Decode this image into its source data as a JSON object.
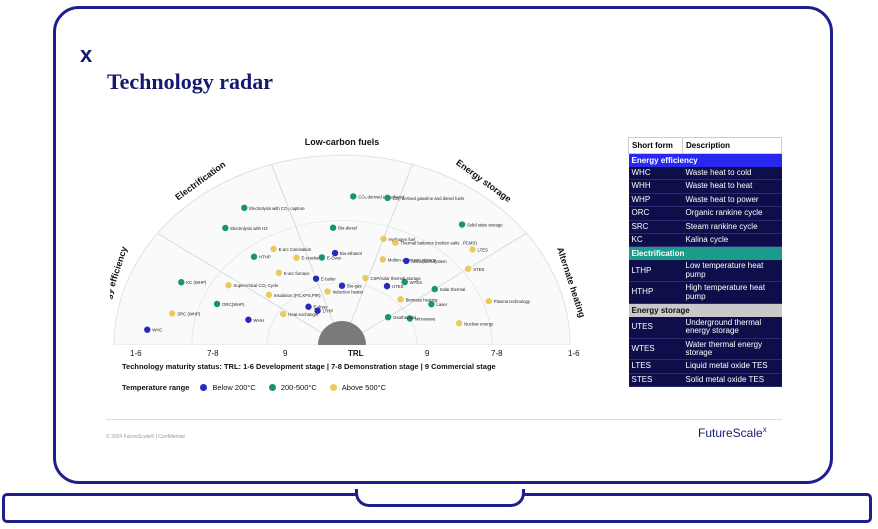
{
  "slide": {
    "logo_mark": "x",
    "title": "Technology radar",
    "footer_copyright": "© 2024 FutureScale® | Confidential",
    "footer_brand": "FutureScale",
    "footer_brand_mark": "x"
  },
  "radar": {
    "sectors": [
      "Energy efficiency",
      "Electrification",
      "Low-carbon fuels",
      "Energy storage",
      "Alternate heating"
    ],
    "scale_labels": [
      "1-6",
      "7-8",
      "9",
      "TRL",
      "9",
      "7-8",
      "1-6"
    ],
    "maturity_status": "Technology maturity status: TRL: 1-6 Development stage | 7-8 Demonstration stage | 9 Commercial stage",
    "temperature_label": "Temperature range",
    "temperature_legend": [
      {
        "label": "Below 200°C",
        "color": "#2a2ab8"
      },
      {
        "label": "200-500°C",
        "color": "#16947a"
      },
      {
        "label": "Above 500°C",
        "color": "#ecc95a"
      }
    ],
    "technologies": [
      {
        "label": "Supercritical CO₂ Cycle",
        "temp": 2
      },
      {
        "label": "KC (WHP)",
        "temp": 1
      },
      {
        "label": "SRC (WHP)",
        "temp": 2
      },
      {
        "label": "WHC",
        "temp": 0
      },
      {
        "label": "ORC(WHP)",
        "temp": 1
      },
      {
        "label": "WHH",
        "temp": 0
      },
      {
        "label": "Electrolysis with CO₂ capture",
        "temp": 1
      },
      {
        "label": "Electrolysis with H2",
        "temp": 1
      },
      {
        "label": "E-arc Calcination",
        "temp": 2
      },
      {
        "label": "E-cracker",
        "temp": 2
      },
      {
        "label": "HTHP",
        "temp": 1
      },
      {
        "label": "E-arc furnace",
        "temp": 2
      },
      {
        "label": "E-boiler",
        "temp": 0
      },
      {
        "label": "E-Oven",
        "temp": 1
      },
      {
        "label": "Induction heater",
        "temp": 2
      },
      {
        "label": "Insulation (FG,XPS,PIR)",
        "temp": 2
      },
      {
        "label": "E-dryer",
        "temp": 0
      },
      {
        "label": "LTHP",
        "temp": 0
      },
      {
        "label": "Heat exchanger",
        "temp": 2
      },
      {
        "label": "CO₂ derived e-methanol",
        "temp": 1
      },
      {
        "label": "CO₂ derived gasoline and diesel fuels",
        "temp": 1
      },
      {
        "label": "Bio-diesel",
        "temp": 1
      },
      {
        "label": "Hydrogen fuel",
        "temp": 2
      },
      {
        "label": "Bio-ethanol",
        "temp": 0
      },
      {
        "label": "Bio-gas",
        "temp": 0
      },
      {
        "label": "Solid state storage",
        "temp": 1
      },
      {
        "label": "LTES",
        "temp": 2
      },
      {
        "label": "STES",
        "temp": 2
      },
      {
        "label": "Thermal batteries (molten salts , PCMS)",
        "temp": 2
      },
      {
        "label": "Molten aluminum storage",
        "temp": 2
      },
      {
        "label": "Absorption system",
        "temp": 0
      },
      {
        "label": "WTES",
        "temp": 1
      },
      {
        "label": "UTES",
        "temp": 0
      },
      {
        "label": "CSP/solar thermal storage",
        "temp": 2
      },
      {
        "label": "Plasma technology",
        "temp": 2
      },
      {
        "label": "Solar thermal",
        "temp": 1
      },
      {
        "label": "Nuclear energy",
        "temp": 2
      },
      {
        "label": "Laser",
        "temp": 1
      },
      {
        "label": "Biomass heating",
        "temp": 2
      },
      {
        "label": "Microwave",
        "temp": 1
      },
      {
        "label": "Geothermal",
        "temp": 1
      }
    ]
  },
  "legend_table": {
    "col_short": "Short form",
    "col_desc": "Description",
    "sections": [
      {
        "title": "Energy efficiency",
        "color": "#2828f0",
        "rows": [
          {
            "short": "WHC",
            "desc": "Waste heat to cold"
          },
          {
            "short": "WHH",
            "desc": "Waste heat to heat"
          },
          {
            "short": "WHP",
            "desc": "Waste heat to power"
          },
          {
            "short": "ORC",
            "desc": "Organic rankine cycle"
          },
          {
            "short": "SRC",
            "desc": "Steam rankine cycle"
          },
          {
            "short": "KC",
            "desc": "Kalina cycle"
          }
        ]
      },
      {
        "title": "Electrification",
        "color": "#1a9c8a",
        "rows": [
          {
            "short": "LTHP",
            "desc": "Low temperature heat pump"
          },
          {
            "short": "HTHP",
            "desc": "High temperature heat pump"
          }
        ]
      },
      {
        "title": "Energy storage",
        "color": "#c9c9c9",
        "rows": [
          {
            "short": "UTES",
            "desc": "Underground thermal energy storage"
          },
          {
            "short": "WTES",
            "desc": "Water thermal energy storage"
          },
          {
            "short": "LTES",
            "desc": "Liquid metal oxide TES"
          },
          {
            "short": "STES",
            "desc": "Solid metal oxide TES"
          }
        ]
      }
    ]
  }
}
